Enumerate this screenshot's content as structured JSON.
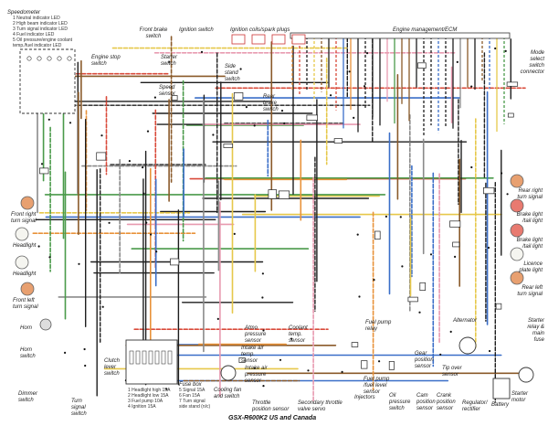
{
  "diagram": {
    "title": "GSX-R600K2 US and Canada",
    "wire_colors": {
      "black": "#1e1e1e",
      "red": "#d94a3a",
      "orange": "#e8923a",
      "yellow": "#e6c84a",
      "green": "#4a9a4a",
      "blue": "#3a6ec8",
      "brown": "#8a5a2a",
      "grey": "#8a8a8a",
      "pink": "#e89ab0"
    },
    "speedometer": {
      "label": "Speedometer",
      "legend": [
        "1  Neutral indicator LED",
        "2  High beam indicator LED",
        "3  Turn signal indicator LED",
        "4  Fuel indicator LED",
        "5  Oil pressure/engine coolant",
        "    temp./fuel indicator LED"
      ]
    },
    "left_components": [
      {
        "name": "front-right-turn-signal",
        "label": "Front right\nturn signal"
      },
      {
        "name": "headlight-1",
        "label": "Headlight"
      },
      {
        "name": "headlight-2",
        "label": "Headlight"
      },
      {
        "name": "front-left-turn-signal",
        "label": "Front left\nturn signal"
      },
      {
        "name": "horn",
        "label": "Horn"
      },
      {
        "name": "horn-switch",
        "label": "Horn\nswitch"
      },
      {
        "name": "dimmer-switch",
        "label": "Dimmer\nswitch"
      },
      {
        "name": "turn-signal-switch",
        "label": "Turn\nsignal\nswitch"
      },
      {
        "name": "clutch-lever-switch",
        "label": "Clutch\nlever\nswitch"
      }
    ],
    "top_components": [
      {
        "name": "front-brake-switch",
        "label": "Front brake\nswitch"
      },
      {
        "name": "ignition-switch",
        "label": "Ignition switch"
      },
      {
        "name": "starter-switch",
        "label": "Starter\nswitch"
      },
      {
        "name": "engine-stop-switch",
        "label": "Engine stop\nswitch"
      },
      {
        "name": "speed-sensor",
        "label": "Speed\nsensor"
      },
      {
        "name": "ignition-coils",
        "label": "Ignition coils/spark plugs"
      },
      {
        "name": "side-stand-switch",
        "label": "Side\nstand\nswitch"
      },
      {
        "name": "rear-brake-switch",
        "label": "Rear\nbrake\nswitch"
      },
      {
        "name": "engine-management",
        "label": "Engine management/ECM"
      },
      {
        "name": "mode-select-switch",
        "label": "Mode\nselect\nswitch\nconnector"
      }
    ],
    "right_components": [
      {
        "name": "rear-right-turn-signal",
        "label": "Rear right\nturn signal"
      },
      {
        "name": "brake-light-1",
        "label": "Brake light\n/tail light"
      },
      {
        "name": "brake-light-2",
        "label": "Brake light\n/tail light"
      },
      {
        "name": "licence-plate-light",
        "label": "Licence\nplate light"
      },
      {
        "name": "rear-left-turn-signal",
        "label": "Rear left\nturn signal"
      },
      {
        "name": "starter-relay",
        "label": "Starter\nrelay &\nmain\nfuse"
      },
      {
        "name": "alternator",
        "label": "Alternator"
      },
      {
        "name": "battery",
        "label": "Battery"
      },
      {
        "name": "starter-motor",
        "label": "Starter\nmotor"
      },
      {
        "name": "regulator-rectifier",
        "label": "Regulator/\nrectifier"
      }
    ],
    "bottom_components": [
      {
        "name": "fuse-box",
        "label": "Fuse box"
      },
      {
        "name": "cooling-fan",
        "label": "Cooling fan\nand switch"
      },
      {
        "name": "atmo-pressure-sensor",
        "label": "Atmo\npressure\nsensor"
      },
      {
        "name": "coolant-temp-sensor",
        "label": "Coolant\ntemp.\nsensor"
      },
      {
        "name": "intake-air-temp-sensor",
        "label": "Intake air\ntemp.\nsensor"
      },
      {
        "name": "intake-air-pressure-sensor",
        "label": "Intake air\npressure\nsensor"
      },
      {
        "name": "throttle-position-sensor",
        "label": "Throttle\nposition sensor"
      },
      {
        "name": "secondary-throttle-valve",
        "label": "Secondary throttle\nvalve servo"
      },
      {
        "name": "injectors",
        "label": "Injectors"
      },
      {
        "name": "fuel-pump-relay",
        "label": "Fuel pump\nrelay"
      },
      {
        "name": "fuel-pump",
        "label": "Fuel pump\n/fuel level\nsensor"
      },
      {
        "name": "oil-pressure-switch",
        "label": "Oil\npressure\nswitch"
      },
      {
        "name": "gear-position-sensor",
        "label": "Gear\nposition\nsensor"
      },
      {
        "name": "cam-position-sensor",
        "label": "Cam\nposition\nsensor"
      },
      {
        "name": "crank-position-sensor",
        "label": "Crank\nposition\nsensor"
      },
      {
        "name": "tip-over-sensor",
        "label": "Tip over\nsensor"
      }
    ],
    "fuse_box_legend": [
      "1  Headlight high 15A",
      "2  Headlight low 15A",
      "3  Fuel pump 10A",
      "4  Ignition 15A",
      "5  Signal 15A",
      "6  Fan 15A",
      "7  Turn signal",
      "    side stand (n/c)"
    ]
  }
}
